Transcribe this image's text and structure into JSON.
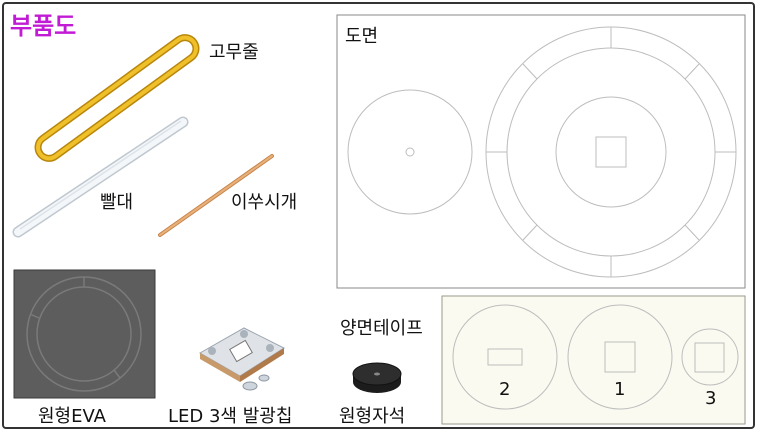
{
  "title": "부품도",
  "parts": {
    "rubber_band": "고무줄",
    "straw": "빨대",
    "toothpick": "이쑤시개",
    "eva": "원형EVA",
    "led": "LED 3색 발광칩",
    "magnet": "원형자석"
  },
  "drawing": {
    "label": "도면"
  },
  "tape": {
    "label": "양면테이프",
    "numbers": [
      "2",
      "1",
      "3"
    ]
  },
  "colors": {
    "title": "#c21bd6",
    "rubber_band": "#e8b21c",
    "toothpick": "#d99a5a",
    "tape_panel": "#fbfaf0",
    "eva": "#5a5a5a"
  }
}
